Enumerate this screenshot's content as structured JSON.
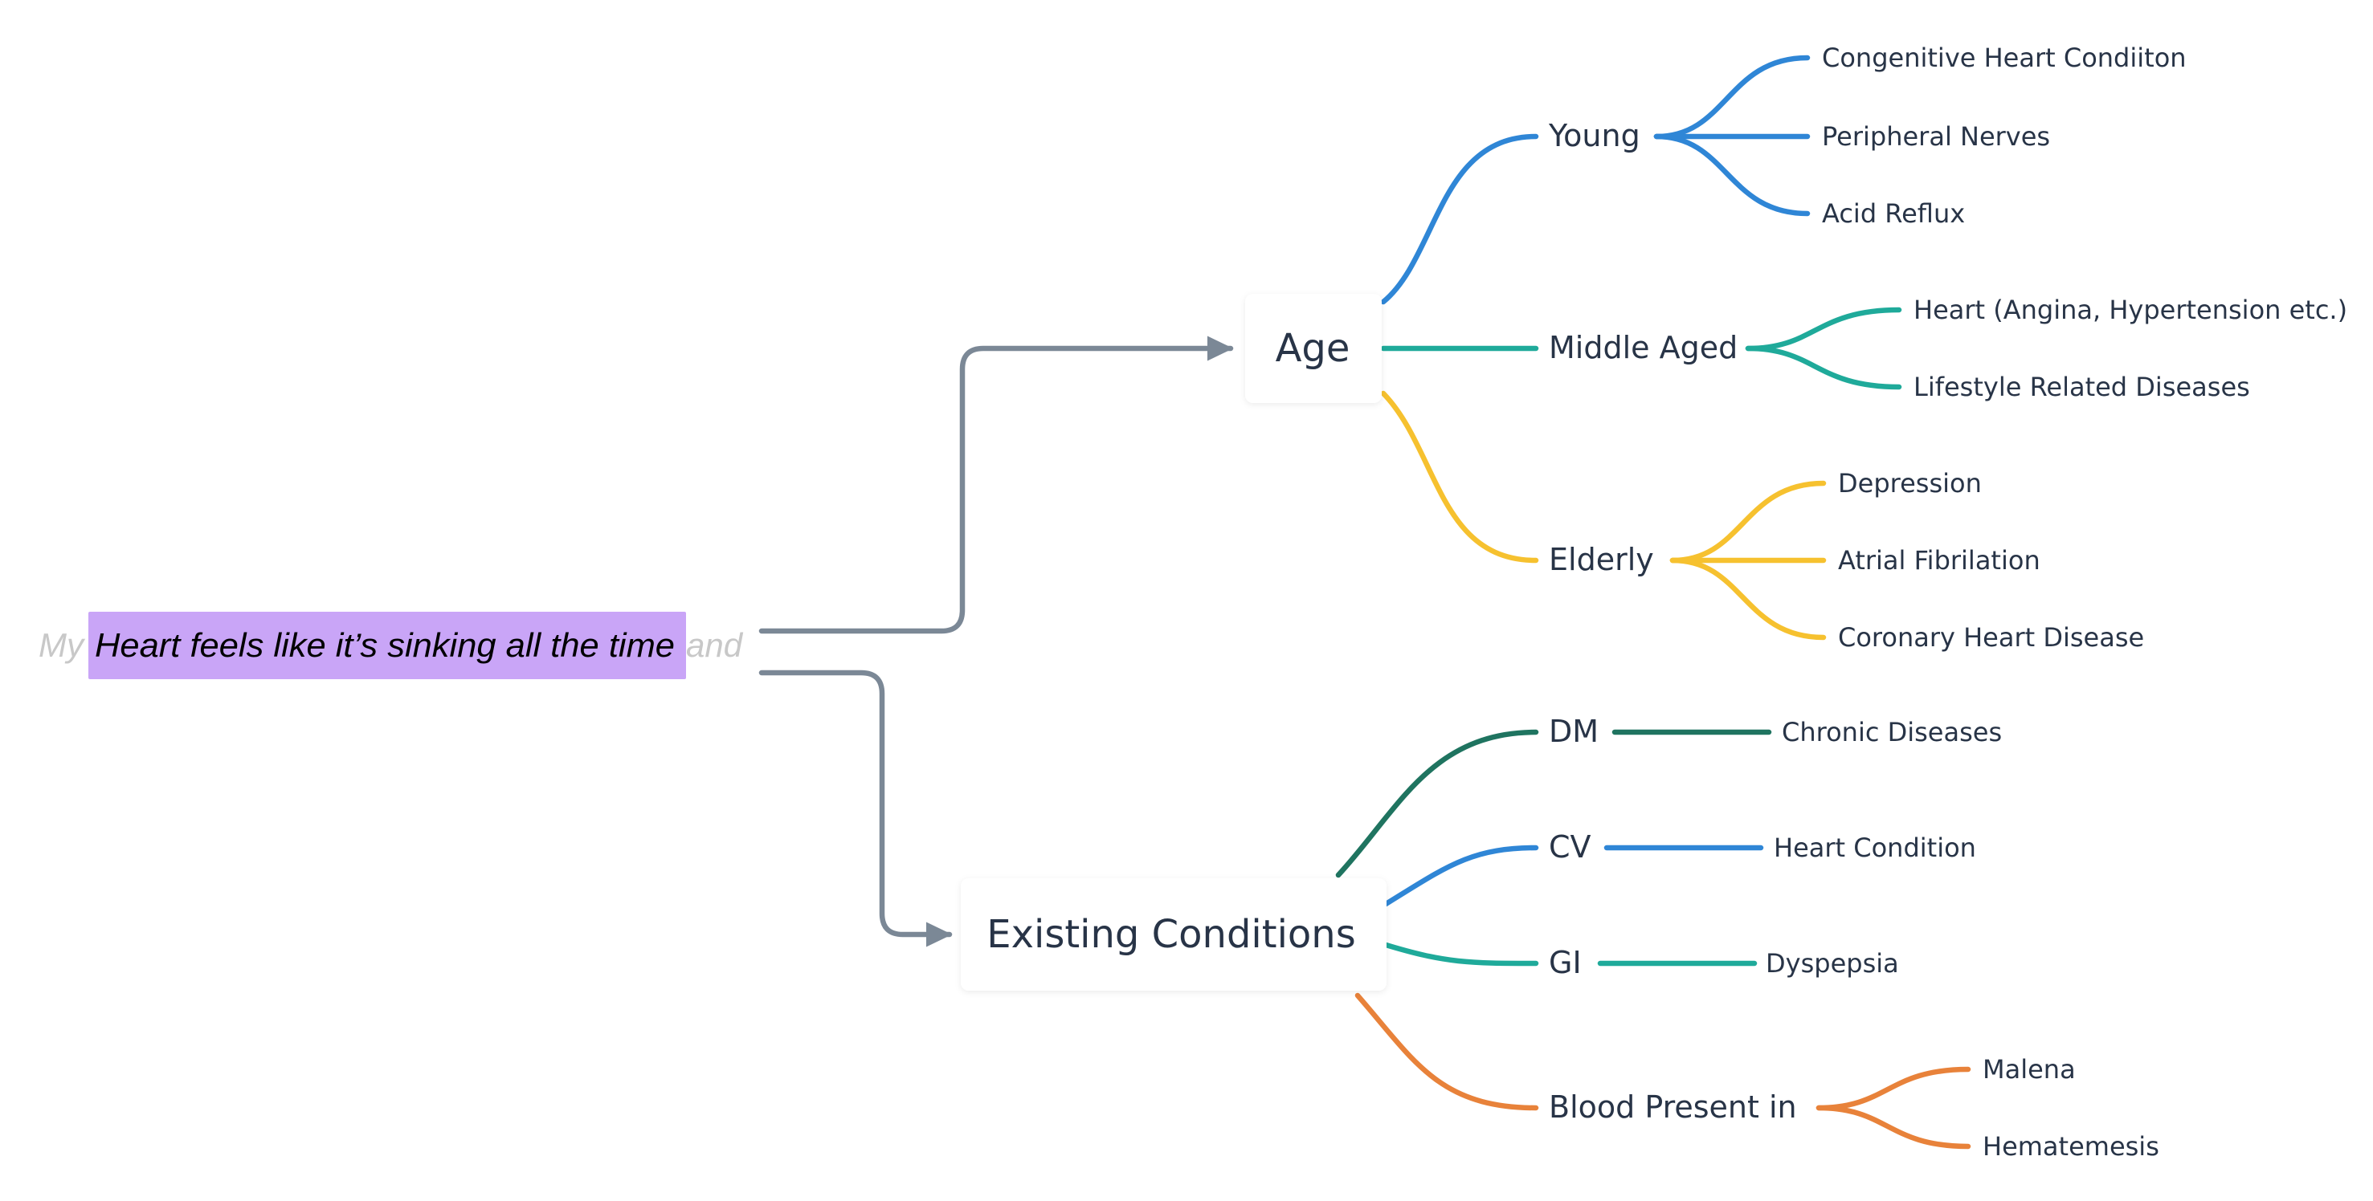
{
  "colors": {
    "connector": "#7b8896",
    "blue": "#2f86d6",
    "teal": "#1faa9a",
    "yellow": "#f6c12f",
    "dark_green": "#1f7460",
    "orange": "#e8823a",
    "highlight": "#c9a5f7",
    "text": "#283447"
  },
  "root": {
    "prefix": "My",
    "highlight": "Heart feels like it’s sinking all the time",
    "suffix": "and"
  },
  "branches": [
    {
      "label": "Age",
      "children": [
        {
          "label": "Young",
          "color": "blue",
          "children": [
            "Congenitive Heart Condiiton",
            "Peripheral Nerves",
            "Acid Reflux"
          ]
        },
        {
          "label": "Middle Aged",
          "color": "teal",
          "children": [
            "Heart (Angina, Hypertension etc.)",
            "Lifestyle Related Diseases"
          ]
        },
        {
          "label": "Elderly",
          "color": "yellow",
          "children": [
            "Depression",
            "Atrial Fibrilation",
            "Coronary Heart Disease"
          ]
        }
      ]
    },
    {
      "label": "Existing Conditions",
      "children": [
        {
          "label": "DM",
          "color": "dark_green",
          "children": [
            "Chronic Diseases"
          ]
        },
        {
          "label": "CV",
          "color": "blue",
          "children": [
            "Heart Condition"
          ]
        },
        {
          "label": "GI",
          "color": "teal",
          "children": [
            "Dyspepsia"
          ]
        },
        {
          "label": "Blood Present in",
          "color": "orange",
          "children": [
            "Malena",
            "Hematemesis"
          ]
        }
      ]
    }
  ]
}
